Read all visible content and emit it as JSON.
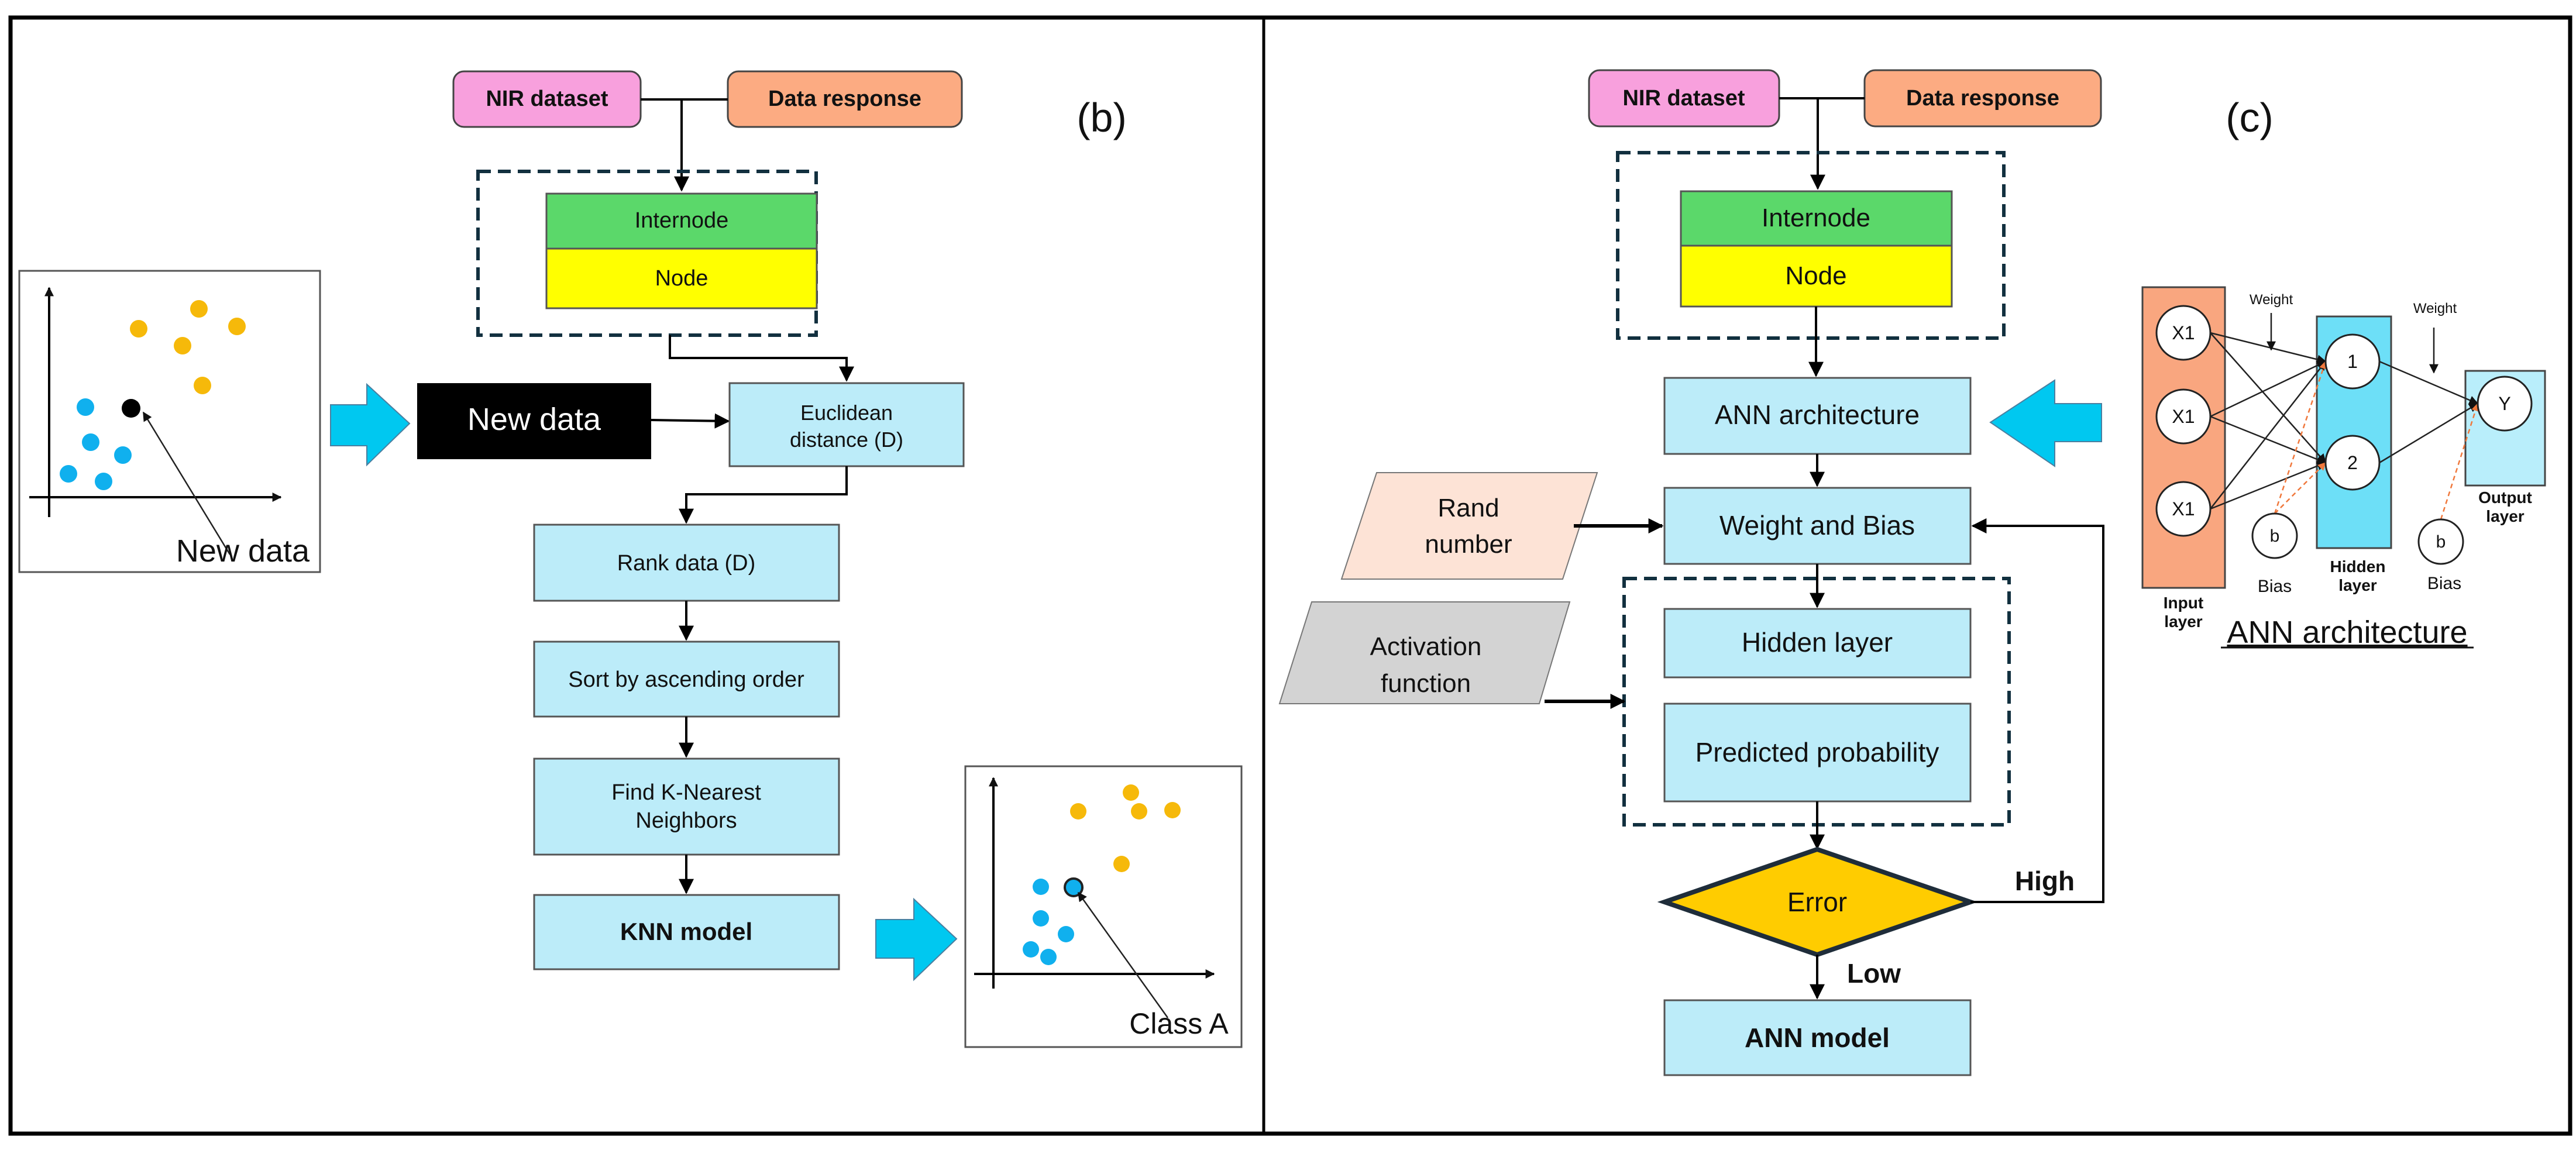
{
  "colors": {
    "nir": "#f8a0dd",
    "response": "#fcab82",
    "internode": "#5bd86a",
    "node": "#ffff00",
    "step": "#bcecf9",
    "newdata_bg": "#000000",
    "newdata_text": "#ffffff",
    "big_arrow": "#00c8f0",
    "blue_point": "#10b0ee",
    "yellow_point": "#f6b90a",
    "rand": "#fde3d6",
    "activation": "#d3d3d3",
    "error": "#ffcc00",
    "input_layer": "#f9a67f",
    "hidden_layer": "#6ddff7",
    "output_layer": "#b9eefb"
  },
  "panel_b": {
    "label": "(b)",
    "nir_dataset": "NIR dataset",
    "data_response": "Data response",
    "internode": "Internode",
    "node": "Node",
    "new_data_box": "New data",
    "euclidean_line1": "Euclidean",
    "euclidean_line2": "distance (D)",
    "rank": "Rank data (D)",
    "sort": "Sort by ascending order",
    "find_line1": "Find K-Nearest",
    "find_line2": "Neighbors",
    "knn_model": "KNN model",
    "input_plot_caption": "New data",
    "output_plot_caption": "Class A"
  },
  "panel_c": {
    "label": "(c)",
    "nir_dataset": "NIR dataset",
    "data_response": "Data response",
    "internode": "Internode",
    "node": "Node",
    "ann_architecture": "ANN architecture",
    "weight_bias": "Weight and Bias",
    "rand_line1": "Rand",
    "rand_line2": "number",
    "activation_line1": "Activation",
    "activation_line2": "function",
    "hidden_layer": "Hidden layer",
    "predicted_probability": "Predicted probability",
    "error": "Error",
    "high": "High",
    "low": "Low",
    "ann_model": "ANN model"
  },
  "ann_diagram": {
    "title": "ANN architecture",
    "input_nodes": [
      "X1",
      "X1",
      "X1"
    ],
    "hidden_nodes": [
      "1",
      "2"
    ],
    "output_node": "Y",
    "bias_node": "b",
    "weight_label": "Weight",
    "bias_label": "Bias",
    "input_layer_line1": "Input",
    "input_layer_line2": "layer",
    "hidden_layer_line1": "Hidden",
    "hidden_layer_line2": "layer",
    "output_layer_line1": "Output",
    "output_layer_line2": "layer"
  }
}
